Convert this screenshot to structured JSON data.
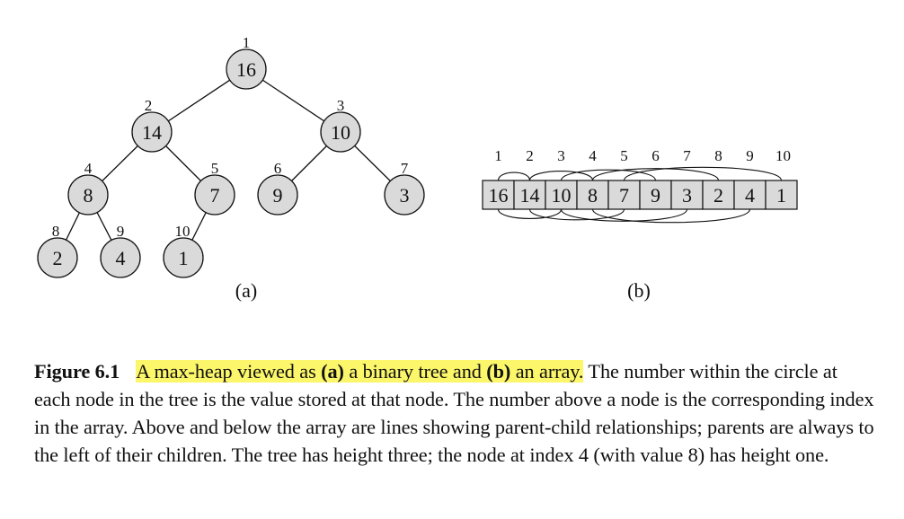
{
  "tree": {
    "panel_label": "(a)",
    "nodes": [
      {
        "index": "1",
        "value": "16"
      },
      {
        "index": "2",
        "value": "14"
      },
      {
        "index": "3",
        "value": "10"
      },
      {
        "index": "4",
        "value": "8"
      },
      {
        "index": "5",
        "value": "7"
      },
      {
        "index": "6",
        "value": "9"
      },
      {
        "index": "7",
        "value": "3"
      },
      {
        "index": "8",
        "value": "2"
      },
      {
        "index": "9",
        "value": "4"
      },
      {
        "index": "10",
        "value": "1"
      }
    ]
  },
  "array": {
    "panel_label": "(b)",
    "indices": [
      "1",
      "2",
      "3",
      "4",
      "5",
      "6",
      "7",
      "8",
      "9",
      "10"
    ],
    "values": [
      "16",
      "14",
      "10",
      "8",
      "7",
      "9",
      "3",
      "2",
      "4",
      "1"
    ]
  },
  "colors": {
    "node_fill": "#dadada",
    "stroke": "#111111",
    "highlight": "#fbf66a"
  },
  "caption": {
    "label": "Figure 6.1",
    "highlight_parts": [
      "A max-heap viewed as ",
      "(a)",
      " a binary tree and ",
      "(b)",
      " an array."
    ],
    "rest": " The number within the circle at each node in the tree is the value stored at that node. The number above a node is the corresponding index in the array. Above and below the array are lines showing parent-child relationships; parents are always to the left of their children. The tree has height three; the node at index 4 (with value 8) has height one."
  }
}
